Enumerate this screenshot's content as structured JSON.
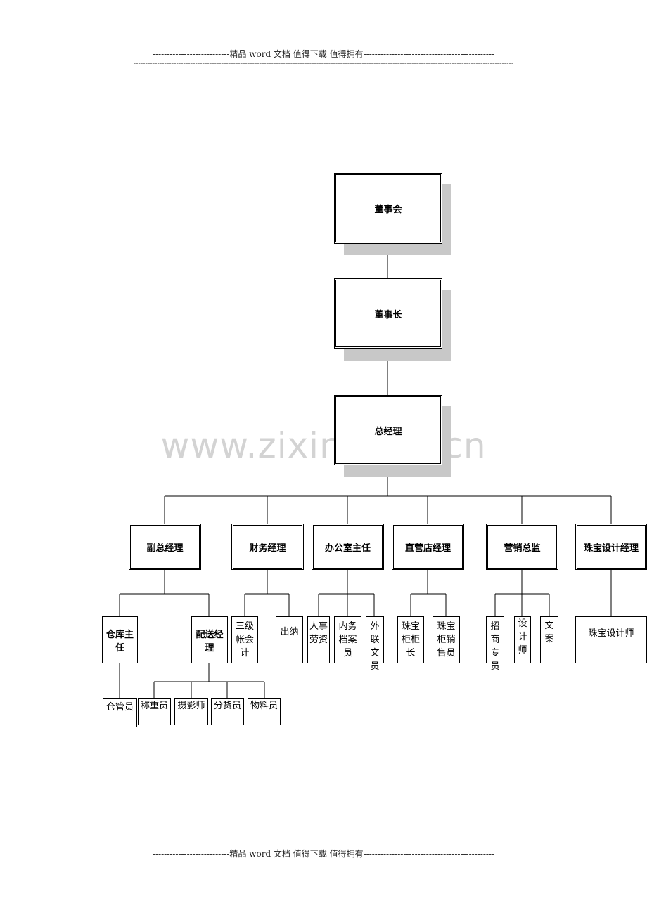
{
  "header": {
    "dashes_left": "---------------------------",
    "text": "精品 word 文档  值得下载  值得拥有",
    "dashes_right": "----------------------------------------------",
    "line2": "----------------------------------------------------------------------------------------------------------------------------------------------------------------"
  },
  "footer": {
    "dashes_left": "---------------------------",
    "text": "精品 word 文档  值得下载  值得拥有",
    "dashes_right": "----------------------------------------------"
  },
  "watermark": "www.zixin.com.cn",
  "org": {
    "board": "董事会",
    "chairman": "董事长",
    "gm": "总经理",
    "departments": {
      "vice_gm": "副总经理",
      "finance": "财务经理",
      "office": "办公室主任",
      "store": "直营店经理",
      "marketing": "营销总监",
      "design": "珠宝设计经理"
    },
    "vice_gm_subs": {
      "warehouse": "仓库主任",
      "delivery": "配送经理"
    },
    "warehouse_staff": "仓管员",
    "delivery_staff": [
      "称重员",
      "摄影师",
      "分货员",
      "物料员"
    ],
    "finance_staff": [
      "三级帐会计",
      "出纳"
    ],
    "office_staff": [
      "人事劳资",
      "内务档案员",
      "外联文员"
    ],
    "store_staff": [
      "珠宝柜柜长",
      "珠宝柜销售员"
    ],
    "marketing_staff": [
      "招商专员",
      "设计师",
      "文案"
    ],
    "design_staff": "珠宝设计师"
  }
}
